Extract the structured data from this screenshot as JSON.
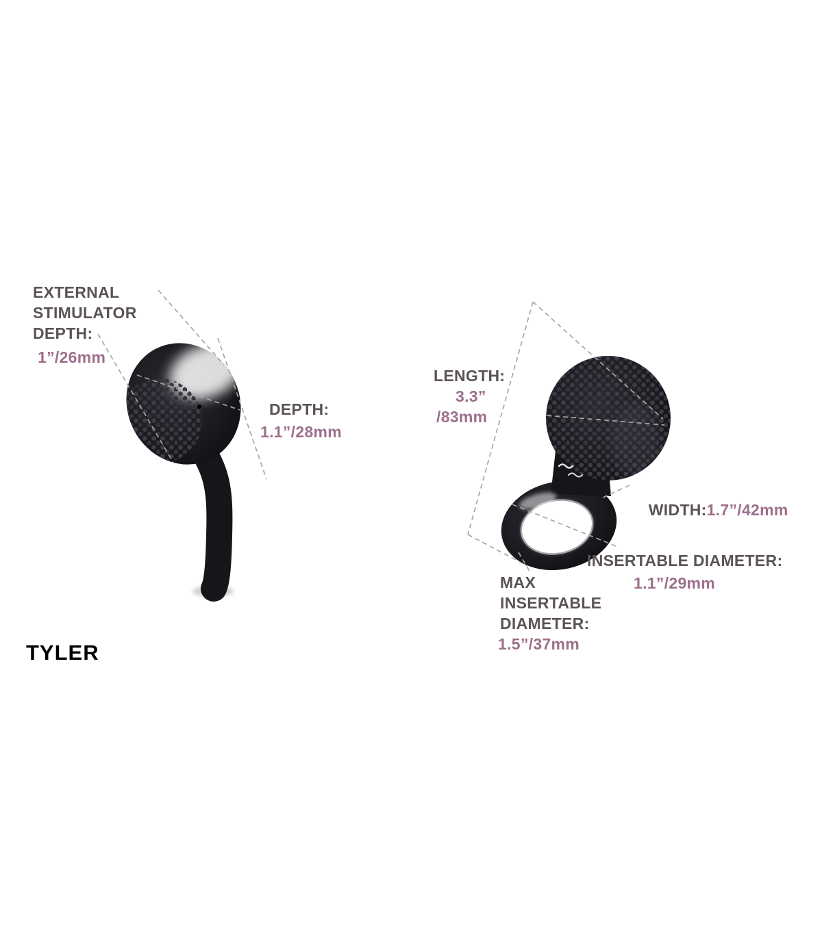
{
  "product": {
    "name": "TYLER"
  },
  "colors": {
    "label_gray": "#5b5359",
    "value_purple": "#9d6f8b",
    "product_black": "#16161a",
    "dash_gray": "#a6a6a6"
  },
  "annotations": {
    "external_stimulator_depth": {
      "label": "EXTERNAL STIMULATOR DEPTH:",
      "value": "1”/26mm"
    },
    "depth": {
      "label": "DEPTH:",
      "value": "1.1”/28mm"
    },
    "length": {
      "label": "LENGTH:",
      "value_line1": "3.3”",
      "value_line2": "/83mm"
    },
    "width": {
      "label": "WIDTH:",
      "value": "1.7”/42mm"
    },
    "insertable_diameter": {
      "label": "INSERTABLE DIAMETER:",
      "value": "1.1”/29mm"
    },
    "max_insertable_diameter": {
      "label": "MAX INSERTABLE DIAMETER:",
      "value": "1.5”/37mm"
    }
  },
  "icons": {
    "vibration_wave_icon": "~"
  }
}
